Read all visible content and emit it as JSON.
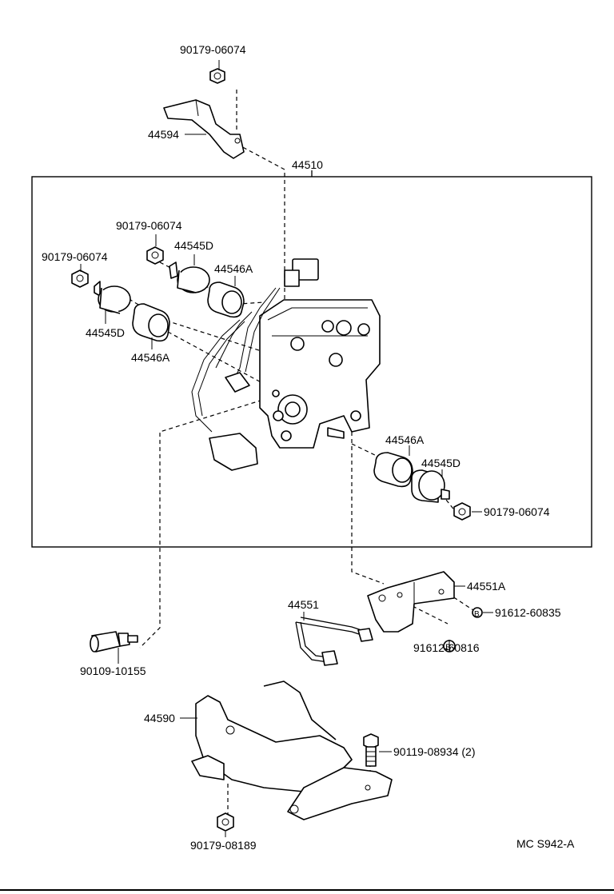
{
  "diagram": {
    "assembly": "44510",
    "labels": {
      "nut_top": "90179-06074",
      "bracket_top": "44594",
      "assembly": "44510",
      "nut_a": "90179-06074",
      "nut_b": "90179-06074",
      "grommet_d_1": "44545D",
      "grommet_a_1": "44546A",
      "grommet_d_2": "44545D",
      "grommet_a_2": "44546A",
      "grommet_a_3": "44546A",
      "grommet_d_3": "44545D",
      "nut_right": "90179-06074",
      "bracket_right": "44551A",
      "tube": "44551",
      "bolt_b_1": "91612-60835",
      "bolt_b_2": "91612-60816",
      "switch": "90109-10155",
      "bracket_bottom": "44590",
      "bolt_bottom": "90119-08934 (2)",
      "nut_bottom": "90179-08189",
      "reference": "MC  S942-A"
    },
    "markers": {
      "b": "B"
    }
  }
}
